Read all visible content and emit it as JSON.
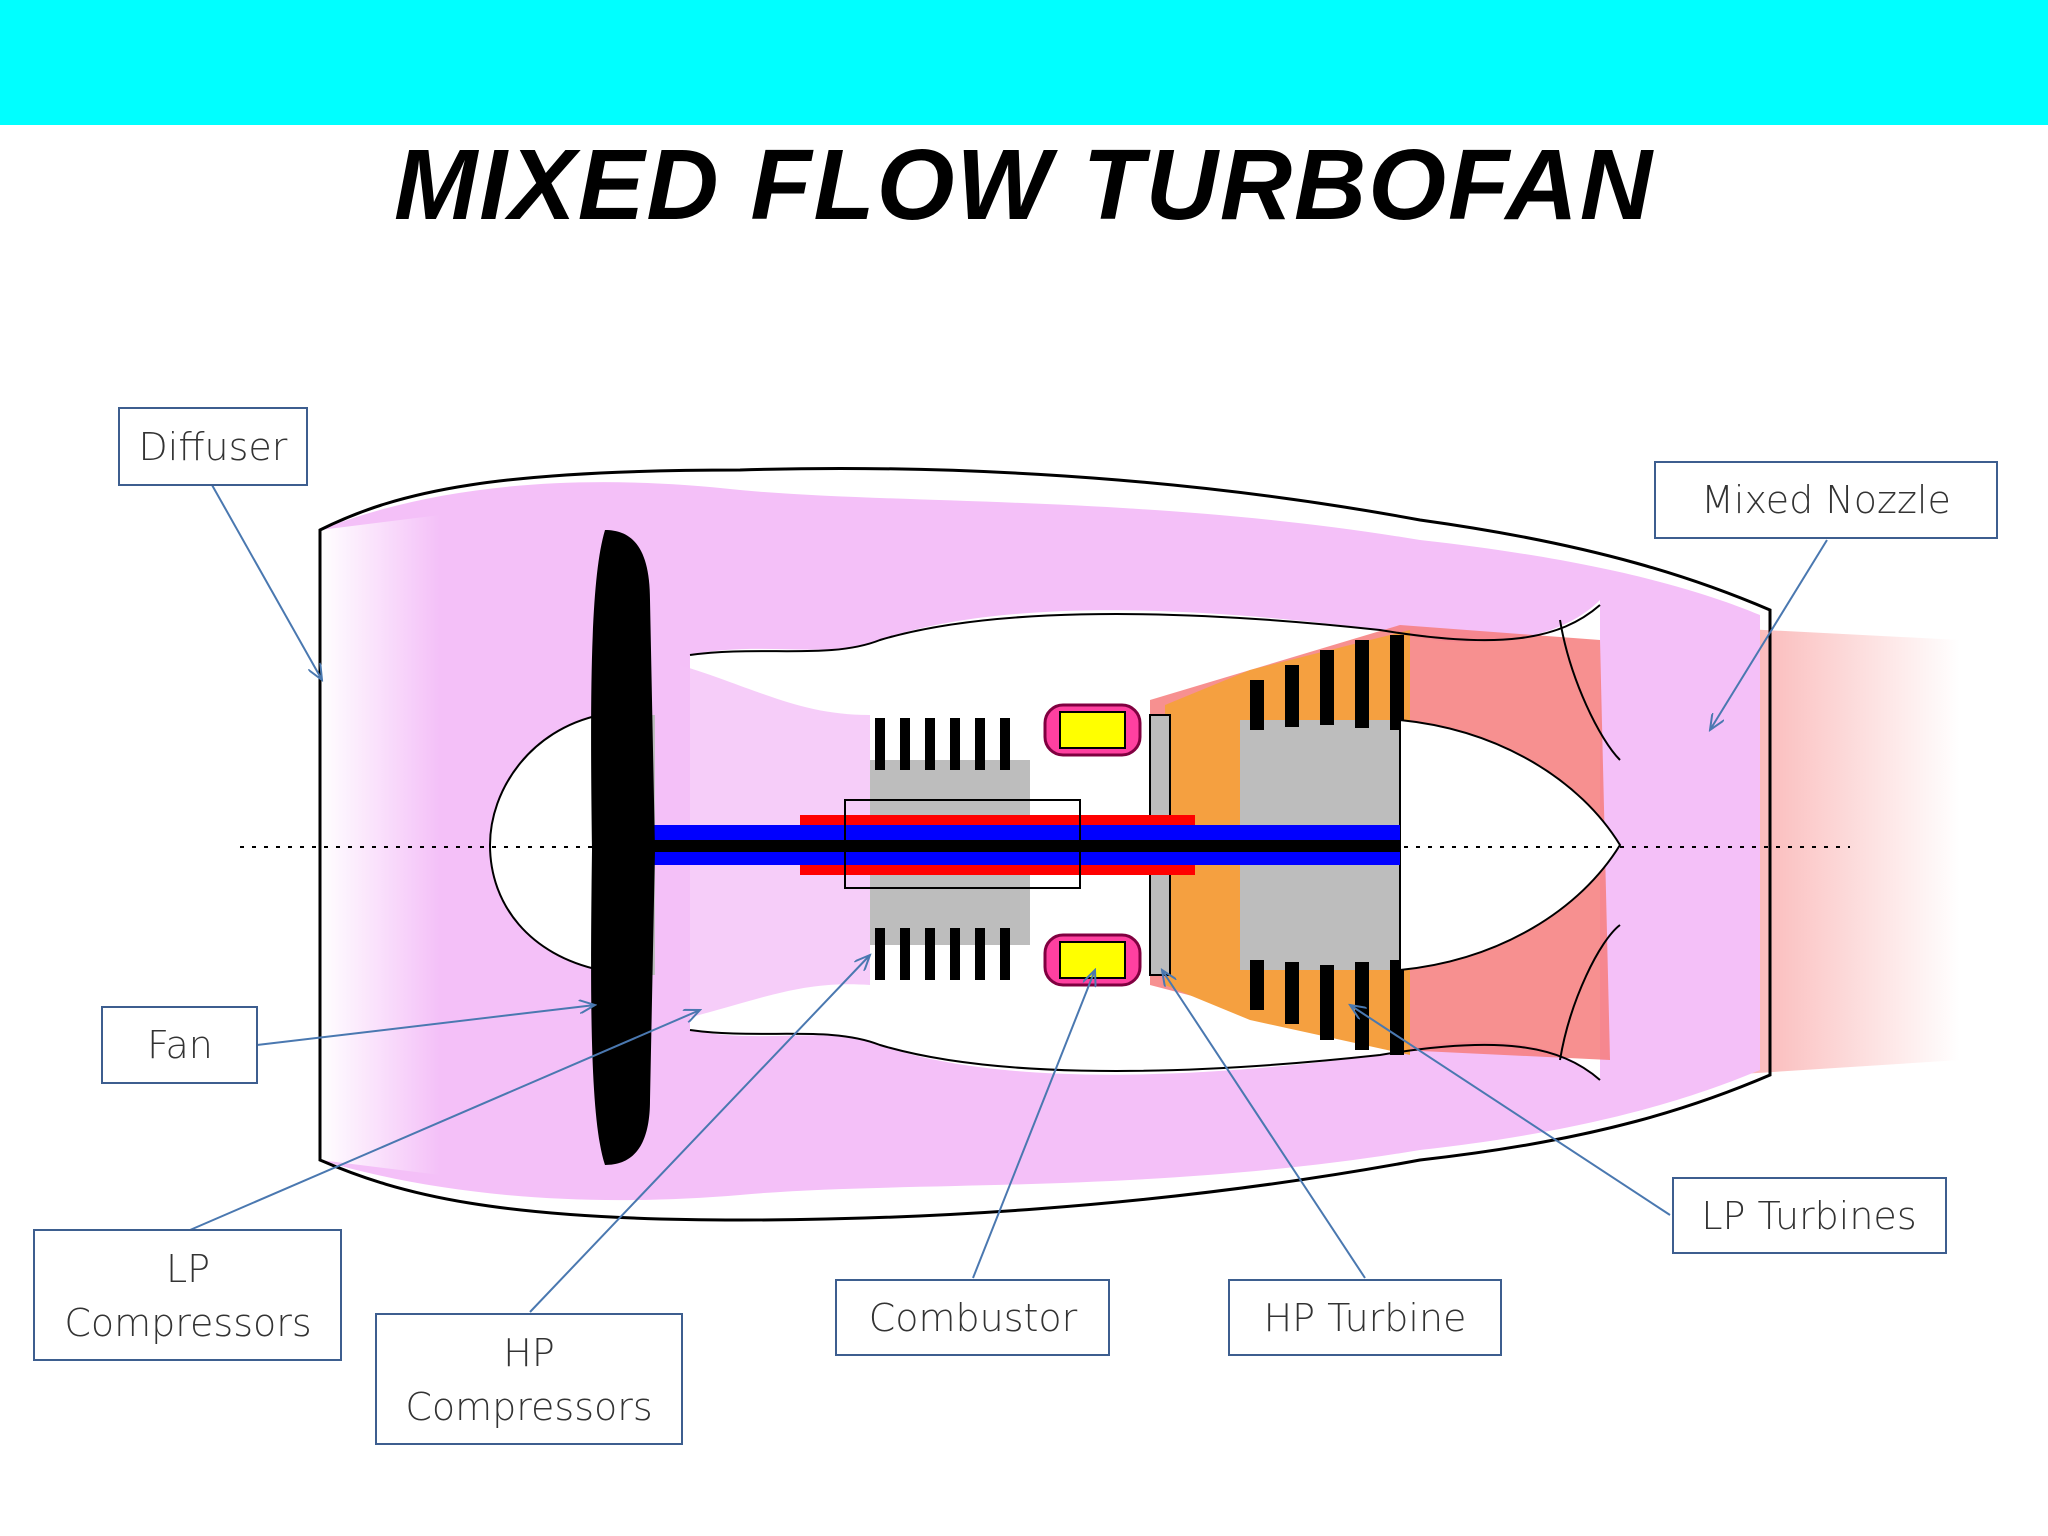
{
  "title": "MIXED FLOW TURBOFAN",
  "colors": {
    "banner": "#00ffff",
    "bypass_flow": "#f4c0f8",
    "exhaust": "#f67c7c",
    "hp_shaft": "#ff0000",
    "lp_shaft": "#0000ff",
    "casing_gray": "#bdbdbd",
    "leader_line": "#4a78b0",
    "label_border": "#3d5e8f"
  },
  "labels": {
    "diffuser": "Diffuser",
    "mixed_nozzle": "Mixed Nozzle",
    "fan": "Fan",
    "lp_compressors_1": "LP",
    "lp_compressors_2": "Compressors",
    "hp_compressors_1": "HP",
    "hp_compressors_2": "Compressors",
    "combustor": "Combustor",
    "hp_turbine": "HP Turbine",
    "lp_turbines": "LP Turbines"
  }
}
